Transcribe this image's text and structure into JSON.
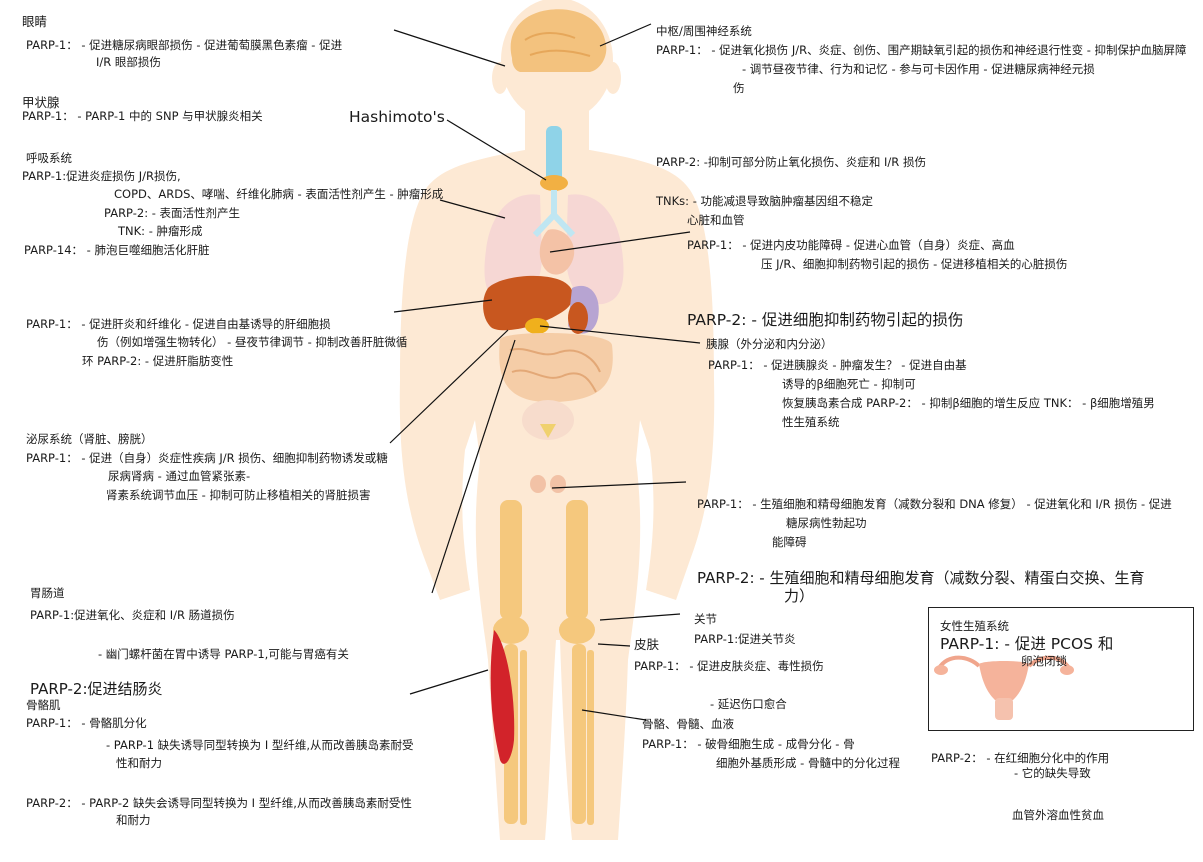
{
  "labels": {
    "eye_title": "眼睛",
    "eye_l1": "PARP-1： - 促进糖尿病眼部损伤 - 促进葡萄膜黑色素瘤 - 促进",
    "eye_l2": "I/R 眼部损伤",
    "thyroid_title": "甲状腺",
    "thyroid_l1": "PARP-1： - PARP-1 中的 SNP 与甲状腺炎相关",
    "hashimoto": "Hashimoto's",
    "resp_title": "呼吸系统",
    "resp_l1": "PARP-1:促进炎症损伤 J/R损伤,",
    "resp_l2": "COPD、ARDS、哮喘、纤维化肺病 - 表面活性剂产生 - 肿瘤形成",
    "resp_l3": "PARP-2: - 表面活性剂产生",
    "resp_l4": "TNK: - 肿瘤形成",
    "resp_l5": "PARP-14： - 肺泡巨噬细胞活化肝脏",
    "liver_l1": "PARP-1： - 促进肝炎和纤维化 - 促进自由基诱导的肝细胞损",
    "liver_l2": "伤（例如增强生物转化） - 昼夜节律调节 - 抑制改善肝脏微循",
    "liver_l3": "环 PARP-2: - 促进肝脂肪变性",
    "urinary_title": "泌尿系统（肾脏、膀胱）",
    "urinary_l1": "PARP-1： - 促进（自身）炎症性疾病 J/R 损伤、细胞抑制药物诱发或糖",
    "urinary_l2": "尿病肾病 - 通过血管紧张素-",
    "urinary_l3": "肾素系统调节血压 - 抑制可防止移植相关的肾脏损害",
    "gi_title": "胃肠道",
    "gi_l1": "PARP-1:促进氧化、炎症和 I/R 肠道损伤",
    "gi_l2": "- 幽门螺杆菌在胃中诱导 PARP-1,可能与胃癌有关",
    "gi_parp2": "PARP-2:促进结肠炎",
    "muscle_title": "骨骼肌",
    "muscle_l1": "PARP-1： - 骨骼肌分化",
    "muscle_l2": "- PARP-1 缺失诱导同型转换为 I 型纤维,从而改善胰岛素耐受",
    "muscle_l3": "性和耐力",
    "muscle_l4": "PARP-2： - PARP-2 缺失会诱导同型转换为 I 型纤维,从而改善胰岛素耐受性",
    "muscle_l5": "和耐力",
    "cns_title": "中枢/周围神经系统",
    "cns_l1": "PARP-1： - 促进氧化损伤 J/R、炎症、创伤、围产期缺氧引起的损伤和神经退行性变 - 抑制保护血脑屏障",
    "cns_l2": "- 调节昼夜节律、行为和记忆 - 参与可卡因作用 - 促进糖尿病神经元损",
    "cns_l3": "伤",
    "cns_parp2": "PARP-2: -抑制可部分防止氧化损伤、炎症和 I/R 损伤",
    "cns_tnk": "TNKs: - 功能减退导致脑肿瘤基因组不稳定",
    "heart_title": "心脏和血管",
    "heart_l1": "PARP-1： - 促进内皮功能障碍 - 促进心血管（自身）炎症、高血",
    "heart_l2": "压 J/R、细胞抑制药物引起的损伤 - 促进移植相关的心脏损伤",
    "heart_parp2": "PARP-2: - 促进细胞抑制药物引起的损伤",
    "pancreas_title": "胰腺（外分泌和内分泌）",
    "pancreas_l1": "PARP-1： - 促进胰腺炎 - 肿瘤发生？ - 促进自由基",
    "pancreas_l2": "诱导的β细胞死亡 - 抑制可",
    "pancreas_l3": "恢复胰岛素合成 PARP-2： - 抑制β细胞的增生反应 TNK： - β细胞增殖男",
    "pancreas_l4": "性生殖系统",
    "male_l1": "PARP-1： - 生殖细胞和精母细胞发育（减数分裂和 DNA 修复） - 促进氧化和 I/R 损伤 - 促进",
    "male_l2": "糖尿病性勃起功",
    "male_l3": "能障碍",
    "male_parp2_l1": "PARP-2: - 生殖细胞和精母细胞发育（减数分裂、精蛋白交换、生育",
    "male_parp2_l2": "力）",
    "joint_title": "关节",
    "joint_l1": "PARP-1:促进关节炎",
    "skin_title": "皮肤",
    "skin_l1": "PARP-1： - 促进皮肤炎症、毒性损伤",
    "skin_l2": "- 延迟伤口愈合",
    "bone_title": "骨骼、骨髓、血液",
    "bone_l1": "PARP-1： - 破骨细胞生成 - 成骨分化 - 骨",
    "bone_l2": "细胞外基质形成 - 骨髓中的分化过程",
    "female_title": "女性生殖系统",
    "female_l1": "PARP-1: - 促进 PCOS 和",
    "female_l2": "卵泡闭锁",
    "blood_l1": "PARP-2： - 在红细胞分化中的作用",
    "blood_l2": "- 它的缺失导致",
    "blood_l3": "血管外溶血性贫血"
  },
  "colors": {
    "body_skin": "#fde9d4",
    "brain": "#f3c27e",
    "thyroid": "#8fd3e8",
    "liver": "#c8571f",
    "pancreas": "#f0b01c",
    "muscle": "#d2232a",
    "bone": "#f5c87d",
    "uterus": "#f5b39b"
  }
}
